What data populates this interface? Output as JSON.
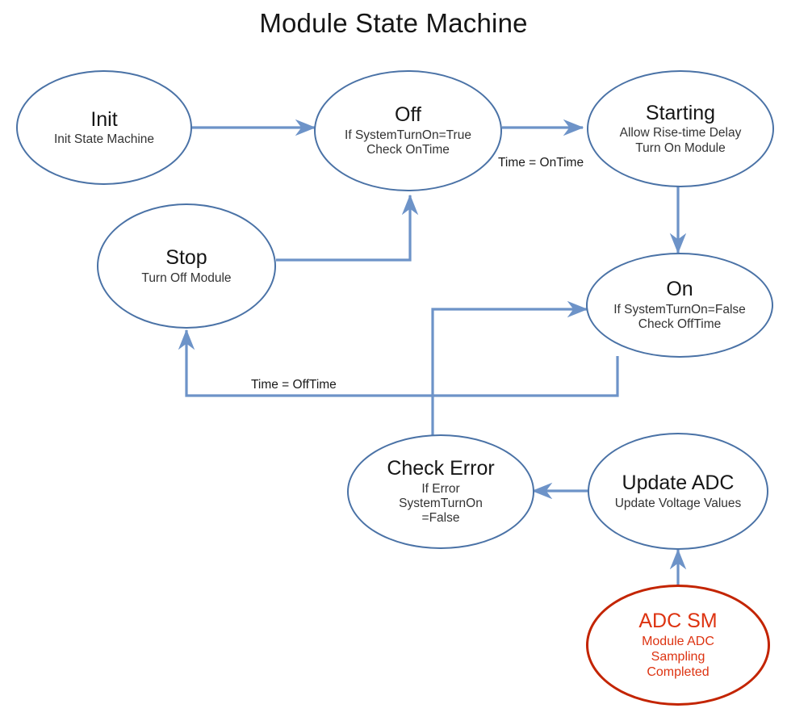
{
  "diagram": {
    "title": "Module State Machine",
    "type": "state-machine",
    "colors": {
      "node_border_blue": "#4A72A6",
      "node_border_red": "#C32400",
      "node_text_red": "#DD3311",
      "connector_blue": "#6D93C8",
      "background": "#FFFFFF",
      "text": "#161616"
    },
    "nodes": [
      {
        "id": "init",
        "title": "Init",
        "lines": [
          "Init State Machine"
        ],
        "color": "blue"
      },
      {
        "id": "off",
        "title": "Off",
        "lines": [
          "If  SystemTurnOn=True",
          "Check OnTime"
        ],
        "color": "blue"
      },
      {
        "id": "starting",
        "title": "Starting",
        "lines": [
          "Allow Rise-time Delay",
          "Turn On Module"
        ],
        "color": "blue"
      },
      {
        "id": "stop",
        "title": "Stop",
        "lines": [
          "Turn Off Module"
        ],
        "color": "blue"
      },
      {
        "id": "on",
        "title": "On",
        "lines": [
          "If  SystemTurnOn=False",
          "Check OffTime"
        ],
        "color": "blue"
      },
      {
        "id": "check-error",
        "title": "Check Error",
        "lines": [
          "If Error",
          "SystemTurnOn",
          "=False"
        ],
        "color": "blue"
      },
      {
        "id": "update-adc",
        "title": "Update ADC",
        "lines": [
          "Update Voltage Values"
        ],
        "color": "blue"
      },
      {
        "id": "adc-sm",
        "title": "ADC SM",
        "lines": [
          "Module ADC",
          "Sampling",
          "Completed"
        ],
        "color": "red"
      }
    ],
    "edges": [
      {
        "id": "init-to-off",
        "from": "init",
        "to": "off",
        "label": ""
      },
      {
        "id": "off-to-starting",
        "from": "off",
        "to": "starting",
        "label": "Time = OnTime"
      },
      {
        "id": "starting-to-on",
        "from": "starting",
        "to": "on",
        "label": ""
      },
      {
        "id": "on-to-stop",
        "from": "on",
        "to": "stop",
        "label": "Time = OffTime"
      },
      {
        "id": "stop-to-off",
        "from": "stop",
        "to": "off",
        "label": ""
      },
      {
        "id": "check-error-to-on",
        "from": "check-error",
        "to": "on",
        "label": ""
      },
      {
        "id": "update-adc-to-check-error",
        "from": "update-adc",
        "to": "check-error",
        "label": ""
      },
      {
        "id": "adc-sm-to-update-adc",
        "from": "adc-sm",
        "to": "update-adc",
        "label": ""
      }
    ],
    "edge_labels": {
      "on_time": "Time = OnTime",
      "off_time": "Time = OffTime"
    }
  }
}
